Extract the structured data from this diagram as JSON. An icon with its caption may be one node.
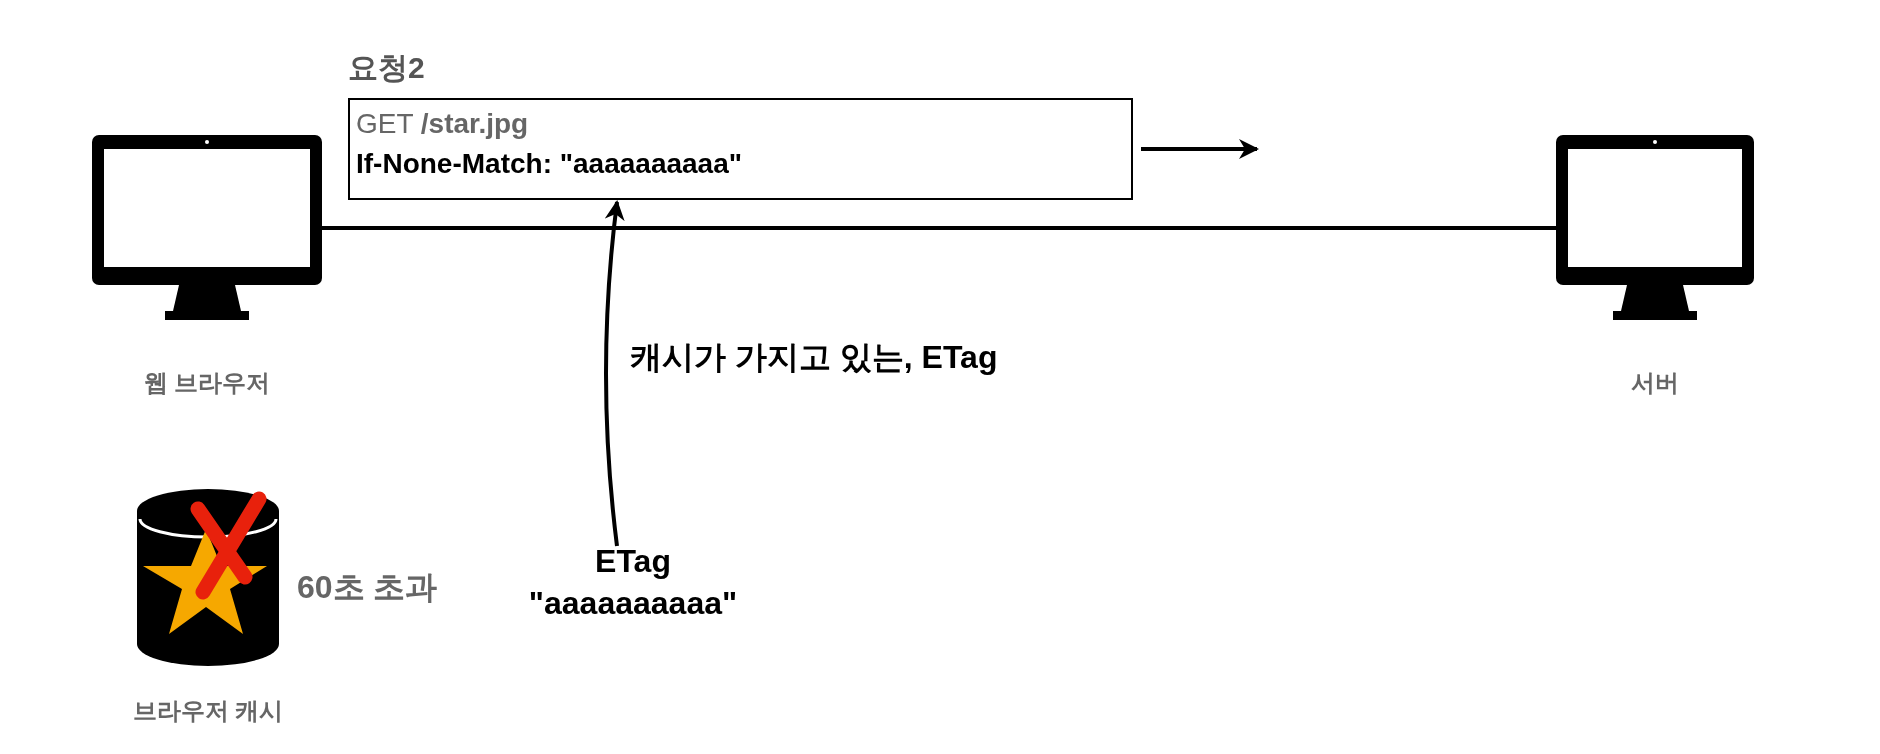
{
  "diagram": {
    "nodes": [
      {
        "text": [
          "웹 브라우저"
        ]
      },
      {
        "text": [
          "요청2",
          "GET **/star.jpg**",
          "If-None-Match: \"aaaaaaaaaa\""
        ]
      },
      {
        "text": [
          "서버"
        ]
      },
      {
        "text": [
          "브라우저 캐시"
        ],
        "beside": [
          "60초 초과"
        ]
      },
      {
        "text": [
          "ETag",
          "\"aaaaaaaaaa\""
        ]
      }
    ],
    "edges": [
      {
        "from": 0,
        "to": 2,
        "arrow": "none"
      },
      {
        "from": 4,
        "to": 1,
        "arrow": "to",
        "label": "캐시가 가지고 있는, ETag"
      },
      {
        "from": 1,
        "to": null,
        "arrow": "to"
      }
    ]
  }
}
